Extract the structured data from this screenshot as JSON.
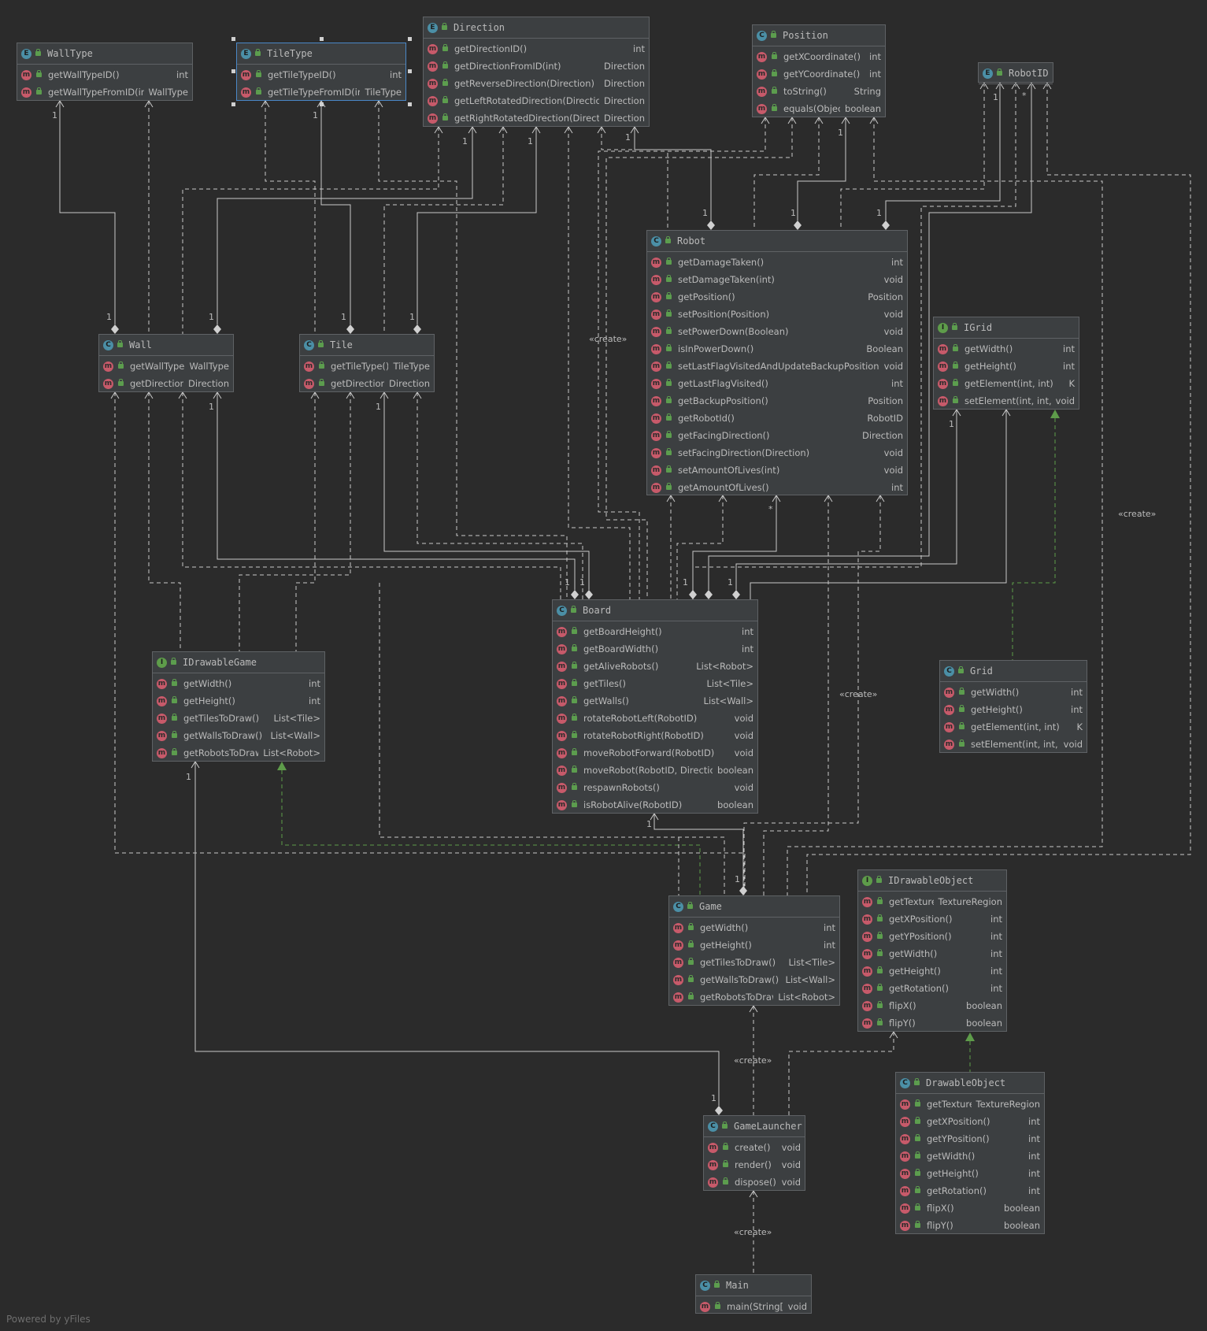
{
  "classes": {
    "walltype": {
      "kind": "E",
      "name": "WallType",
      "methods": [
        {
          "n": "getWallTypeID()",
          "t": "int"
        },
        {
          "n": "getWallTypeFromID(int)",
          "t": "WallType"
        }
      ]
    },
    "tiletype": {
      "kind": "E",
      "name": "TileType",
      "methods": [
        {
          "n": "getTileTypeID()",
          "t": "int"
        },
        {
          "n": "getTileTypeFromID(int)",
          "t": "TileType"
        }
      ]
    },
    "direction": {
      "kind": "E",
      "name": "Direction",
      "methods": [
        {
          "n": "getDirectionID()",
          "t": "int"
        },
        {
          "n": "getDirectionFromID(int)",
          "t": "Direction"
        },
        {
          "n": "getReverseDirection(Direction)",
          "t": "Direction"
        },
        {
          "n": "getLeftRotatedDirection(Direction)",
          "t": "Direction"
        },
        {
          "n": "getRightRotatedDirection(Direction)",
          "t": "Direction"
        }
      ]
    },
    "position": {
      "kind": "C",
      "name": "Position",
      "methods": [
        {
          "n": "getXCoordinate()",
          "t": "int"
        },
        {
          "n": "getYCoordinate()",
          "t": "int"
        },
        {
          "n": "toString()",
          "t": "String"
        },
        {
          "n": "equals(Object)",
          "t": "boolean"
        }
      ]
    },
    "robotid": {
      "kind": "E",
      "name": "RobotID",
      "methods": []
    },
    "robot": {
      "kind": "C",
      "name": "Robot",
      "methods": [
        {
          "n": "getDamageTaken()",
          "t": "int"
        },
        {
          "n": "setDamageTaken(int)",
          "t": "void"
        },
        {
          "n": "getPosition()",
          "t": "Position"
        },
        {
          "n": "setPosition(Position)",
          "t": "void"
        },
        {
          "n": "setPowerDown(Boolean)",
          "t": "void"
        },
        {
          "n": "isInPowerDown()",
          "t": "Boolean"
        },
        {
          "n": "setLastFlagVisitedAndUpdateBackupPosition(int)",
          "t": "void"
        },
        {
          "n": "getLastFlagVisited()",
          "t": "int"
        },
        {
          "n": "getBackupPosition()",
          "t": "Position"
        },
        {
          "n": "getRobotId()",
          "t": "RobotID"
        },
        {
          "n": "getFacingDirection()",
          "t": "Direction"
        },
        {
          "n": "setFacingDirection(Direction)",
          "t": "void"
        },
        {
          "n": "setAmountOfLives(int)",
          "t": "void"
        },
        {
          "n": "getAmountOfLives()",
          "t": "int"
        }
      ]
    },
    "igrid": {
      "kind": "I",
      "name": "IGrid",
      "methods": [
        {
          "n": "getWidth()",
          "t": "int"
        },
        {
          "n": "getHeight()",
          "t": "int"
        },
        {
          "n": "getElement(int, int)",
          "t": "K"
        },
        {
          "n": "setElement(int, int, K)",
          "t": "void"
        }
      ]
    },
    "wall": {
      "kind": "C",
      "name": "Wall",
      "methods": [
        {
          "n": "getWallType()",
          "t": "WallType"
        },
        {
          "n": "getDirection()",
          "t": "Direction"
        }
      ]
    },
    "tile": {
      "kind": "C",
      "name": "Tile",
      "methods": [
        {
          "n": "getTileType()",
          "t": "TileType"
        },
        {
          "n": "getDirection()",
          "t": "Direction"
        }
      ]
    },
    "board": {
      "kind": "C",
      "name": "Board",
      "methods": [
        {
          "n": "getBoardHeight()",
          "t": "int"
        },
        {
          "n": "getBoardWidth()",
          "t": "int"
        },
        {
          "n": "getAliveRobots()",
          "t": "List<Robot>"
        },
        {
          "n": "getTiles()",
          "t": "List<Tile>"
        },
        {
          "n": "getWalls()",
          "t": "List<Wall>"
        },
        {
          "n": "rotateRobotLeft(RobotID)",
          "t": "void"
        },
        {
          "n": "rotateRobotRight(RobotID)",
          "t": "void"
        },
        {
          "n": "moveRobotForward(RobotID)",
          "t": "void"
        },
        {
          "n": "moveRobot(RobotID, Direction)",
          "t": "boolean"
        },
        {
          "n": "respawnRobots()",
          "t": "void"
        },
        {
          "n": "isRobotAlive(RobotID)",
          "t": "boolean"
        }
      ]
    },
    "idrawablegame": {
      "kind": "I",
      "name": "IDrawableGame",
      "methods": [
        {
          "n": "getWidth()",
          "t": "int"
        },
        {
          "n": "getHeight()",
          "t": "int"
        },
        {
          "n": "getTilesToDraw()",
          "t": "List<Tile>"
        },
        {
          "n": "getWallsToDraw()",
          "t": "List<Wall>"
        },
        {
          "n": "getRobotsToDraw()",
          "t": "List<Robot>"
        }
      ]
    },
    "grid": {
      "kind": "C",
      "name": "Grid",
      "methods": [
        {
          "n": "getWidth()",
          "t": "int"
        },
        {
          "n": "getHeight()",
          "t": "int"
        },
        {
          "n": "getElement(int, int)",
          "t": "K"
        },
        {
          "n": "setElement(int, int, K)",
          "t": "void"
        }
      ]
    },
    "game": {
      "kind": "C",
      "name": "Game",
      "methods": [
        {
          "n": "getWidth()",
          "t": "int"
        },
        {
          "n": "getHeight()",
          "t": "int"
        },
        {
          "n": "getTilesToDraw()",
          "t": "List<Tile>"
        },
        {
          "n": "getWallsToDraw()",
          "t": "List<Wall>"
        },
        {
          "n": "getRobotsToDraw()",
          "t": "List<Robot>"
        }
      ]
    },
    "idrawableobject": {
      "kind": "I",
      "name": "IDrawableObject",
      "methods": [
        {
          "n": "getTexture()",
          "t": "TextureRegion"
        },
        {
          "n": "getXPosition()",
          "t": "int"
        },
        {
          "n": "getYPosition()",
          "t": "int"
        },
        {
          "n": "getWidth()",
          "t": "int"
        },
        {
          "n": "getHeight()",
          "t": "int"
        },
        {
          "n": "getRotation()",
          "t": "int"
        },
        {
          "n": "flipX()",
          "t": "boolean"
        },
        {
          "n": "flipY()",
          "t": "boolean"
        }
      ]
    },
    "drawableobject": {
      "kind": "C",
      "name": "DrawableObject",
      "methods": [
        {
          "n": "getTexture()",
          "t": "TextureRegion"
        },
        {
          "n": "getXPosition()",
          "t": "int"
        },
        {
          "n": "getYPosition()",
          "t": "int"
        },
        {
          "n": "getWidth()",
          "t": "int"
        },
        {
          "n": "getHeight()",
          "t": "int"
        },
        {
          "n": "getRotation()",
          "t": "int"
        },
        {
          "n": "flipX()",
          "t": "boolean"
        },
        {
          "n": "flipY()",
          "t": "boolean"
        }
      ]
    },
    "gamelauncher": {
      "kind": "C",
      "name": "GameLauncher",
      "methods": [
        {
          "n": "create()",
          "t": "void"
        },
        {
          "n": "render()",
          "t": "void"
        },
        {
          "n": "dispose()",
          "t": "void"
        }
      ]
    },
    "main": {
      "kind": "C",
      "name": "Main",
      "methods": [
        {
          "n": "main(String[])",
          "t": "void"
        }
      ]
    }
  },
  "labels": {
    "create": "«create»",
    "one": "1",
    "many": "*"
  },
  "watermark": "Powered by yFiles",
  "colors": {
    "background": "#2b2b2b",
    "box": "#3c3f41",
    "edge": "#c8c8c8",
    "realization": "#5e9c4a",
    "method": "#c75a6a"
  }
}
